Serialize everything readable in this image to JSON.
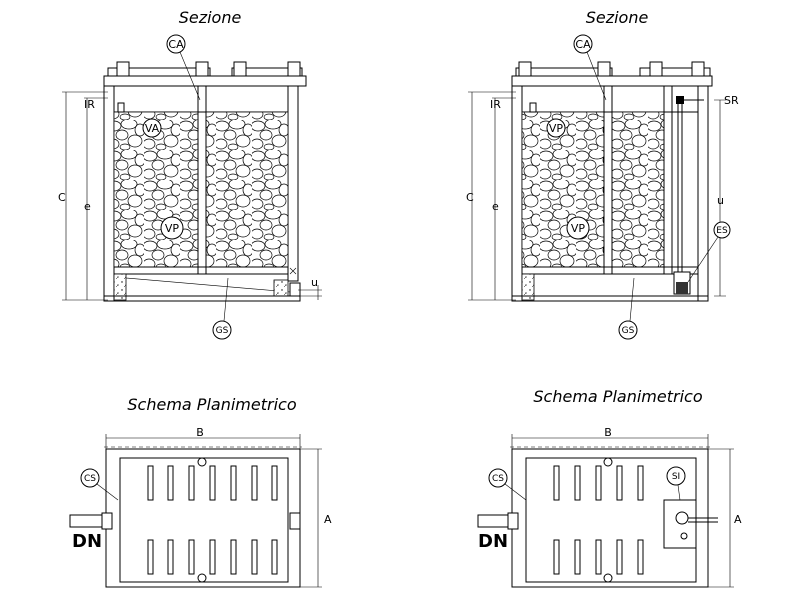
{
  "left_section": {
    "title": "Sezione",
    "labels": {
      "ca": "CA",
      "ir": "IR",
      "va": "VA",
      "vp": "VP",
      "gs": "GS",
      "c": "C",
      "e": "e",
      "u": "u"
    }
  },
  "right_section": {
    "title": "Sezione",
    "labels": {
      "ca": "CA",
      "ir": "IR",
      "vp_top": "VP",
      "vp": "VP",
      "gs": "GS",
      "c": "C",
      "e": "e",
      "u": "u",
      "sr": "SR",
      "es": "ES"
    }
  },
  "left_plan": {
    "title": "Schema Planimetrico",
    "labels": {
      "b": "B",
      "a": "A",
      "cs": "CS",
      "dn": "DN"
    }
  },
  "right_plan": {
    "title": "Schema Planimetrico",
    "labels": {
      "b": "B",
      "a": "A",
      "cs": "CS",
      "dn": "DN",
      "si": "SI"
    }
  }
}
